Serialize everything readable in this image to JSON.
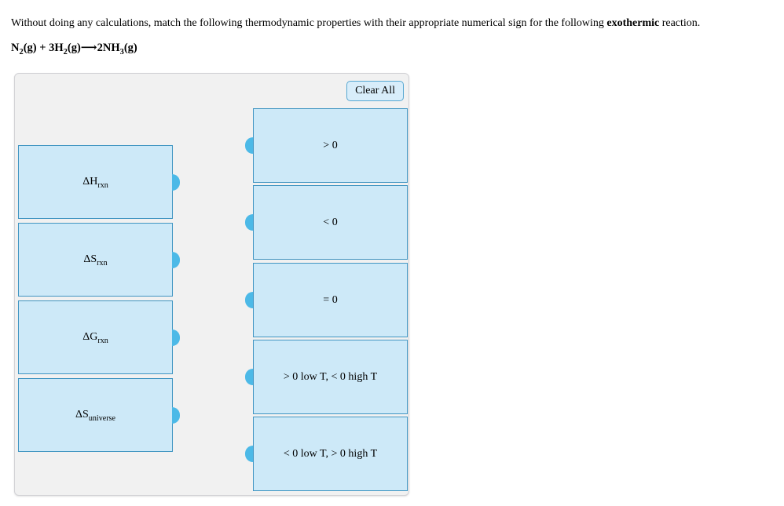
{
  "question": {
    "prefix": "Without doing any calculations, match the following thermodynamic properties with their appropriate numerical sign for the following ",
    "emphasis": "exothermic",
    "suffix": " reaction."
  },
  "equation": {
    "segments": [
      {
        "text": "N"
      },
      {
        "text": "2",
        "sub": true
      },
      {
        "text": "(g) + 3H"
      },
      {
        "text": "2",
        "sub": true
      },
      {
        "text": "(g)"
      },
      {
        "text": "⟶"
      },
      {
        "text": "2NH"
      },
      {
        "text": "3",
        "sub": true
      },
      {
        "text": "(g)"
      }
    ]
  },
  "matching_panel": {
    "clear_all_label": "Clear All",
    "terms": [
      {
        "main": "ΔH",
        "sub": "rxn"
      },
      {
        "main": "ΔS",
        "sub": "rxn"
      },
      {
        "main": "ΔG",
        "sub": "rxn"
      },
      {
        "main": "ΔS",
        "sub": "universe"
      }
    ],
    "signs": [
      "> 0",
      "< 0",
      "= 0",
      "> 0 low T, < 0 high T",
      "< 0 low T, > 0 high T"
    ]
  },
  "colors": {
    "box_fill": "#cde9f8",
    "box_border": "#4095c2",
    "connector": "#4cb9e7",
    "panel_bg": "#f1f1f1",
    "panel_border": "#d2d2d6",
    "button_fill": "#d8edfa",
    "button_border": "#58a8d2"
  }
}
